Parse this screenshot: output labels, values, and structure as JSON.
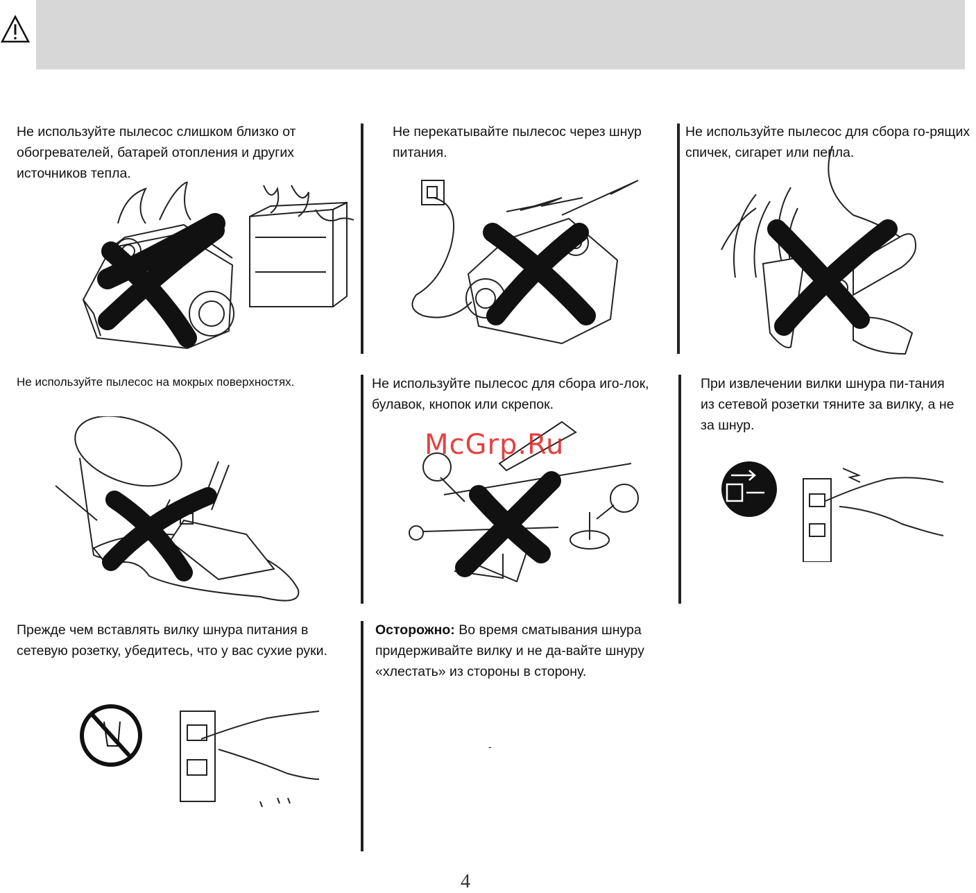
{
  "header": {
    "icon": "warning-triangle-icon"
  },
  "sections": [
    {
      "id": "heaters",
      "text": "Не используйте пылесос слишком близко от обогревателей, батарей отопления и других источников тепла."
    },
    {
      "id": "cord-roll",
      "text": "Не перекатывайте пылесос через шнур питания."
    },
    {
      "id": "burning",
      "text": "Не используйте пылесос для сбора го-рящих спичек, сигарет или пепла."
    },
    {
      "id": "wet",
      "text": "Не используйте пылесос на мокрых поверхностях."
    },
    {
      "id": "needles",
      "text": "Не используйте пылесос для сбора иго-лок, булавок, кнопок или скрепок."
    },
    {
      "id": "unplug",
      "text": "При извлечении вилки шнура пи-тания из сетевой розетки тяните за вилку, а не за шнур."
    },
    {
      "id": "dry-hands",
      "text": "Прежде чем вставлять вилку шнура питания в сетевую розетку, убедитесь, что у вас сухие руки."
    },
    {
      "id": "rewind",
      "bold": "Осторожно:",
      "text": " Во время сматывания шнура придерживайте вилку и не да-вайте шнуру «хлестать» из стороны в сторону."
    }
  ],
  "watermark": "McGrp.Ru",
  "stray_mark": "-",
  "page_number": "4"
}
